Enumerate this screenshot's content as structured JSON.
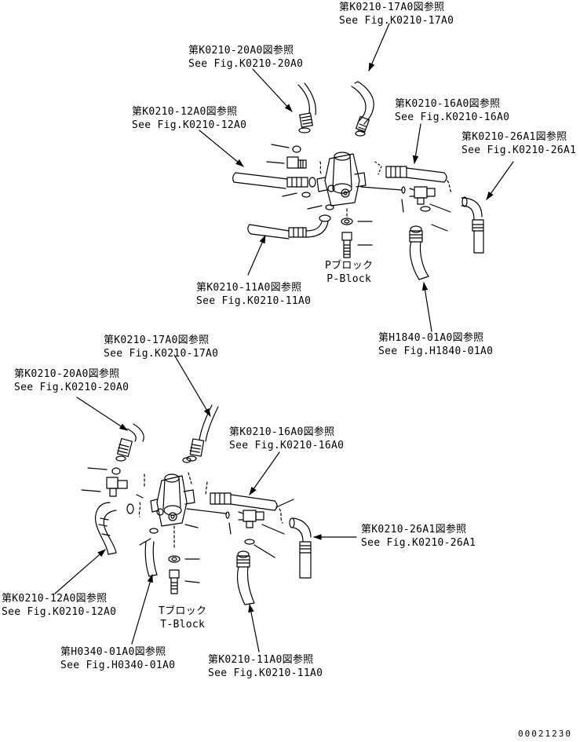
{
  "diagram": {
    "colors": {
      "ink": "#000000",
      "paper": "#ffffff"
    },
    "p_block": {
      "label_jp": "Pブロック",
      "label_en": "P-Block",
      "callouts": [
        {
          "id": "17a0",
          "jp": "第K0210-17A0図参照",
          "en": "See Fig.K0210-17A0"
        },
        {
          "id": "20a0",
          "jp": "第K0210-20A0図参照",
          "en": "See Fig.K0210-20A0"
        },
        {
          "id": "12a0",
          "jp": "第K0210-12A0図参照",
          "en": "See Fig.K0210-12A0"
        },
        {
          "id": "16a0",
          "jp": "第K0210-16A0図参照",
          "en": "See Fig.K0210-16A0"
        },
        {
          "id": "26a1",
          "jp": "第K0210-26A1図参照",
          "en": "See Fig.K0210-26A1"
        },
        {
          "id": "11a0",
          "jp": "第K0210-11A0図参照",
          "en": "See Fig.K0210-11A0"
        },
        {
          "id": "h1840",
          "jp": "第H1840-01A0図参照",
          "en": "See Fig.H1840-01A0"
        }
      ]
    },
    "t_block": {
      "label_jp": "Tブロック",
      "label_en": "T-Block",
      "callouts": [
        {
          "id": "17a0",
          "jp": "第K0210-17A0図参照",
          "en": "See Fig.K0210-17A0"
        },
        {
          "id": "20a0",
          "jp": "第K0210-20A0図参照",
          "en": "See Fig.K0210-20A0"
        },
        {
          "id": "16a0",
          "jp": "第K0210-16A0図参照",
          "en": "See Fig.K0210-16A0"
        },
        {
          "id": "26a1",
          "jp": "第K0210-26A1図参照",
          "en": "See Fig.K0210-26A1"
        },
        {
          "id": "12a0",
          "jp": "第K0210-12A0図参照",
          "en": "See Fig.K0210-12A0"
        },
        {
          "id": "h0340",
          "jp": "第H0340-01A0図参照",
          "en": "See Fig.H0340-01A0"
        },
        {
          "id": "11a0",
          "jp": "第K0210-11A0図参照",
          "en": "See Fig.K0210-11A0"
        }
      ]
    },
    "drawing_number": "00021230"
  }
}
